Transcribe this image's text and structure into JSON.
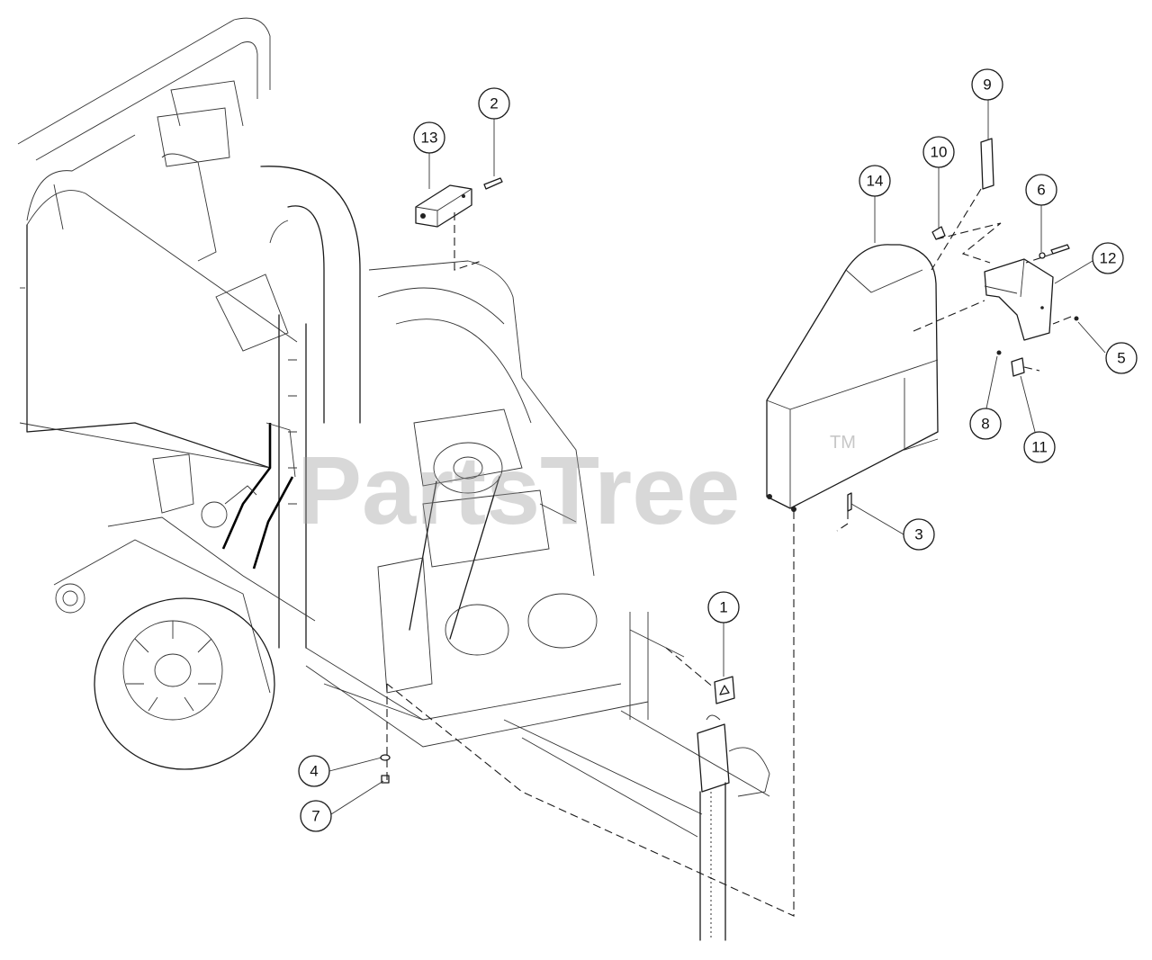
{
  "watermark": {
    "text": "PartsTree",
    "trademark": "TM"
  },
  "callouts": [
    {
      "id": "1",
      "label": "1"
    },
    {
      "id": "2",
      "label": "2"
    },
    {
      "id": "3",
      "label": "3"
    },
    {
      "id": "4",
      "label": "4"
    },
    {
      "id": "5",
      "label": "5"
    },
    {
      "id": "6",
      "label": "6"
    },
    {
      "id": "7",
      "label": "7"
    },
    {
      "id": "8",
      "label": "8"
    },
    {
      "id": "9",
      "label": "9"
    },
    {
      "id": "10",
      "label": "10"
    },
    {
      "id": "11",
      "label": "11"
    },
    {
      "id": "12",
      "label": "12"
    },
    {
      "id": "13",
      "label": "13"
    },
    {
      "id": "14",
      "label": "14"
    }
  ]
}
